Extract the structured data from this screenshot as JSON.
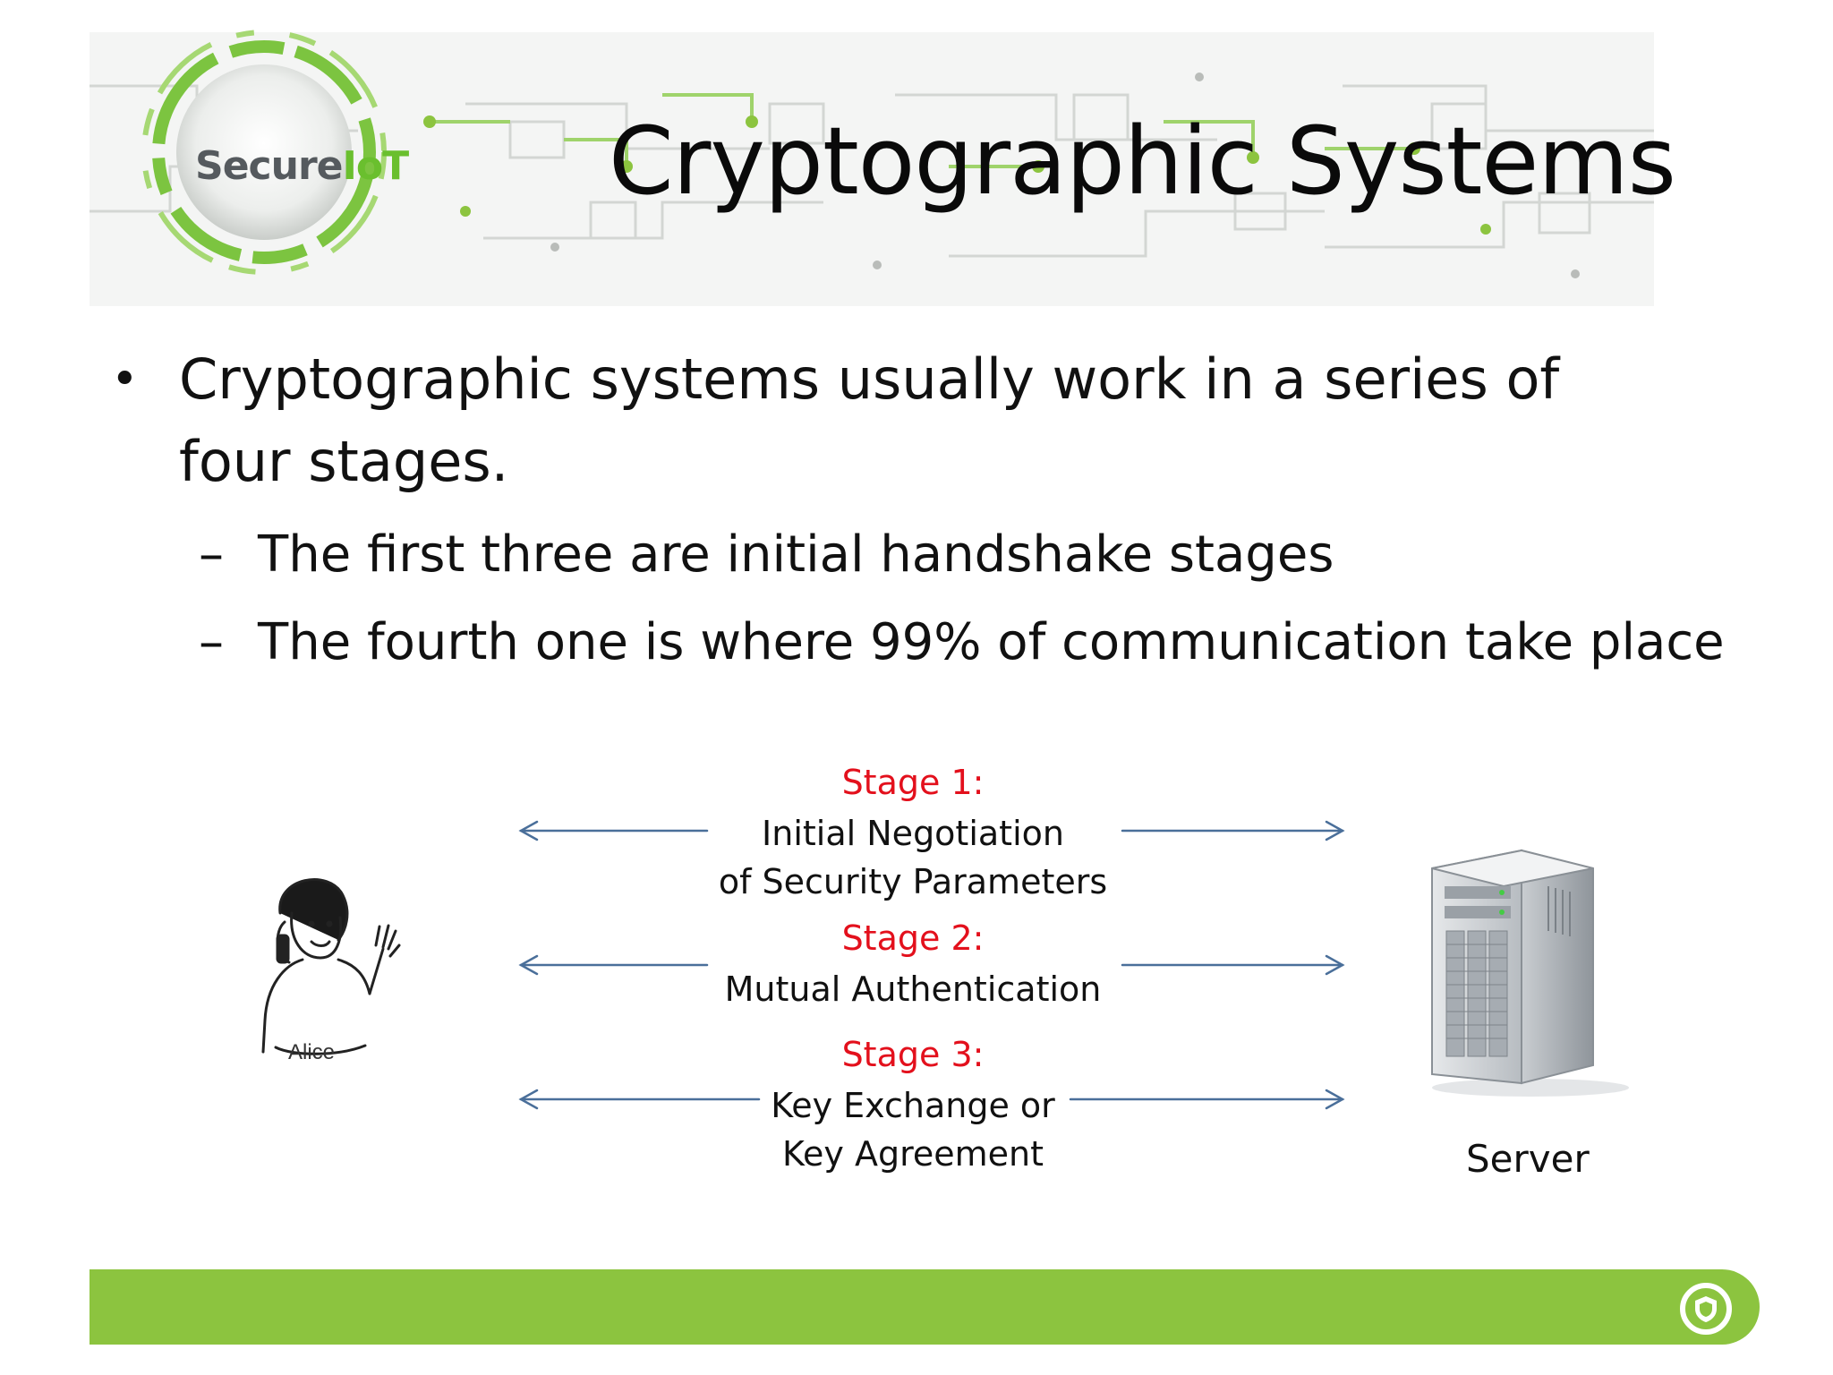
{
  "header": {
    "title": "Cryptographic Systems",
    "logo_text_main": "Secure",
    "logo_text_accent": "IoT"
  },
  "bullets": {
    "main": "Cryptographic systems usually work in a series of four stages.",
    "bullet_glyph": "•",
    "sub_glyph": "–",
    "sub": [
      "The first three are initial handshake stages",
      "The fourth one is where 99% of communication take place"
    ]
  },
  "diagram": {
    "left_party_label": "Alice",
    "right_party_label": "Server",
    "stages": [
      {
        "title": "Stage 1:",
        "lines": [
          "Initial Negotiation",
          "of Security Parameters"
        ]
      },
      {
        "title": "Stage 2:",
        "lines": [
          "Mutual Authentication"
        ]
      },
      {
        "title": "Stage 3:",
        "lines": [
          "Key Exchange or",
          "Key Agreement"
        ]
      }
    ]
  },
  "colors": {
    "accent_green": "#8cc43f",
    "logo_green": "#6abf2e",
    "stage_red": "#e3101c",
    "arrow_blue": "#4a6f9a"
  },
  "icons": {
    "alice": "woman-on-phone-icon",
    "server": "server-tower-icon",
    "footer": "shield-icon"
  }
}
